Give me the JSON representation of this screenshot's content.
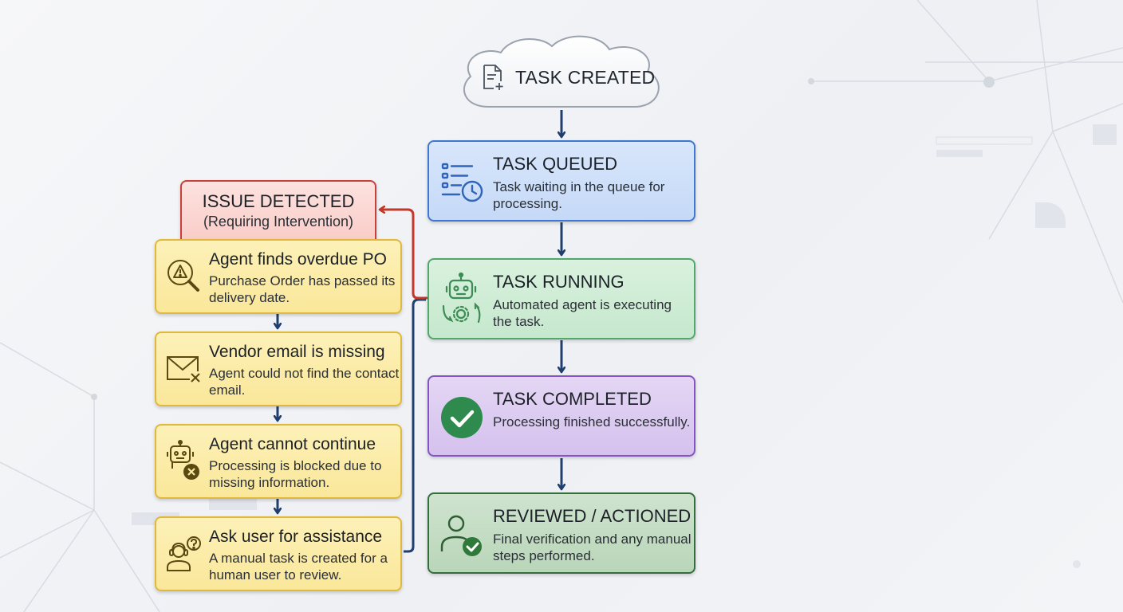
{
  "colors": {
    "arrow": "#1f3f6e",
    "issue_arrow": "#c0392b",
    "queued": "#3f78cf",
    "running": "#52a86b",
    "completed": "#8455c2",
    "reviewed": "#356e3d",
    "issue": "#c7413a",
    "step": "#e0b93c"
  },
  "start": {
    "label": "TASK CREATED",
    "icon": "document-add-icon"
  },
  "states": [
    {
      "title": "TASK QUEUED",
      "desc": "Task waiting in the queue for processing.",
      "icon": "queue-clock-icon"
    },
    {
      "title": "TASK RUNNING",
      "desc": "Automated agent is executing the task.",
      "icon": "robot-gear-icon"
    },
    {
      "title": "TASK COMPLETED",
      "desc": "Processing finished successfully.",
      "icon": "check-circle-icon"
    },
    {
      "title": "REVIEWED / ACTIONED",
      "desc": "Final verification and any manual steps performed.",
      "icon": "user-check-icon"
    }
  ],
  "issue": {
    "title": "ISSUE DETECTED",
    "subtitle": "(Requiring Intervention)"
  },
  "issue_steps": [
    {
      "title": "Agent finds overdue PO",
      "desc": "Purchase Order has passed its delivery date.",
      "icon": "warning-search-icon"
    },
    {
      "title": "Vendor email is missing",
      "desc": "Agent could not find the contact email.",
      "icon": "email-x-icon"
    },
    {
      "title": "Agent cannot continue",
      "desc": "Processing is blocked due to missing information.",
      "icon": "robot-blocked-icon"
    },
    {
      "title": "Ask user for assistance",
      "desc": "A manual task is created for a human user to review.",
      "icon": "user-question-icon"
    }
  ]
}
